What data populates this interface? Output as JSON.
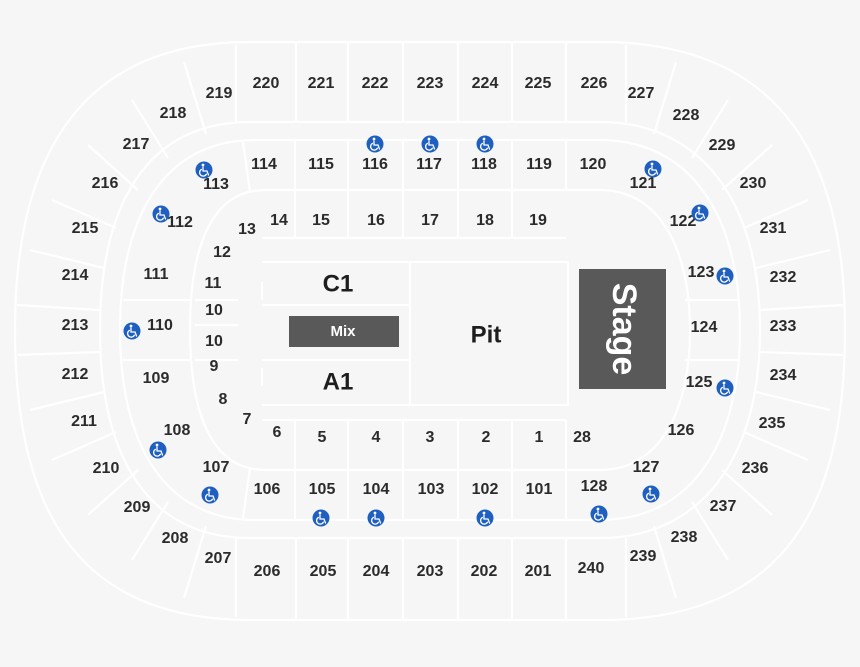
{
  "colors": {
    "background": "#f6f6f6",
    "lines": "#ffffff",
    "stage": "#595959",
    "mix": "#595959",
    "accessibility": "#1f5fbf",
    "text": "#2b2b2b"
  },
  "floor": {
    "stage_label": "Stage",
    "pit_label": "Pit",
    "mix_label": "Mix",
    "c1_label": "C1",
    "a1_label": "A1"
  },
  "accessibility_icon_name": "wheelchair-icon",
  "sections": {
    "upper": [
      "201",
      "202",
      "203",
      "204",
      "205",
      "206",
      "207",
      "208",
      "209",
      "210",
      "211",
      "212",
      "213",
      "214",
      "215",
      "216",
      "217",
      "218",
      "219",
      "220",
      "221",
      "222",
      "223",
      "224",
      "225",
      "226",
      "227",
      "228",
      "229",
      "230",
      "231",
      "232",
      "233",
      "234",
      "235",
      "236",
      "237",
      "238",
      "239",
      "240"
    ],
    "lower": [
      "101",
      "102",
      "103",
      "104",
      "105",
      "106",
      "107",
      "108",
      "109",
      "110",
      "111",
      "112",
      "113",
      "114",
      "115",
      "116",
      "117",
      "118",
      "119",
      "120",
      "121",
      "122",
      "123",
      "124",
      "125",
      "126",
      "127",
      "128"
    ],
    "floor": [
      "1",
      "2",
      "3",
      "4",
      "5",
      "6",
      "7",
      "8",
      "9",
      "10",
      "10",
      "11",
      "12",
      "13",
      "14",
      "15",
      "16",
      "17",
      "18",
      "19",
      "28"
    ]
  }
}
